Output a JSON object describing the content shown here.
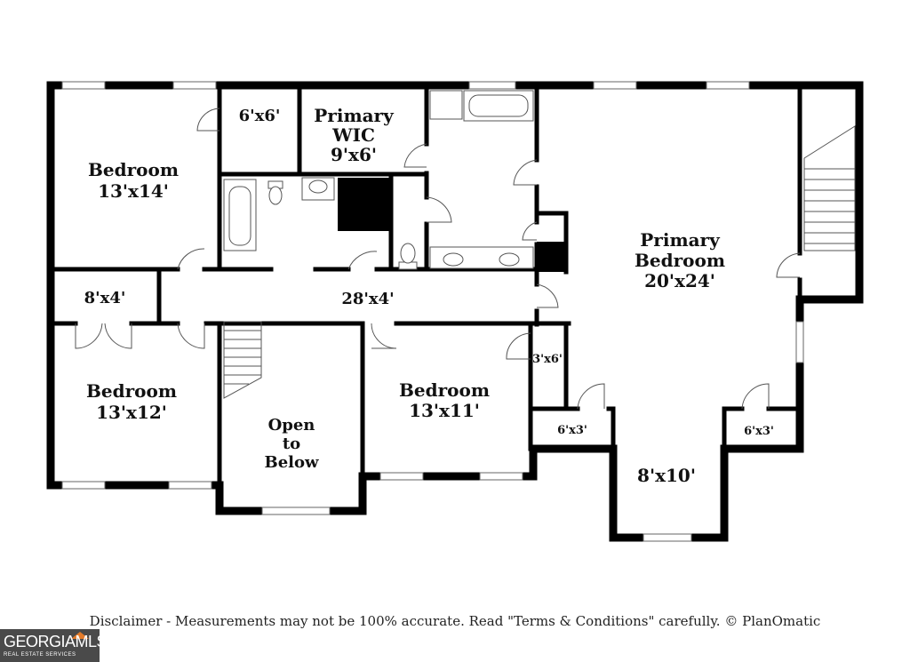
{
  "rooms": {
    "bedroom_nw": {
      "name": "Bedroom",
      "size": "13'x14'"
    },
    "closet_6x6": {
      "size": "6'x6'"
    },
    "primary_wic": {
      "name1": "Primary",
      "name2": "WIC",
      "size": "9'x6'"
    },
    "primary_bedroom": {
      "name1": "Primary",
      "name2": "Bedroom",
      "size": "20'x24'"
    },
    "closet_8x4": {
      "size": "8'x4'"
    },
    "hall": {
      "size": "28'x4'"
    },
    "bedroom_sw": {
      "name": "Bedroom",
      "size": "13'x12'"
    },
    "open_below": {
      "line1": "Open",
      "line2": "to",
      "line3": "Below"
    },
    "bedroom_s": {
      "name": "Bedroom",
      "size": "13'x11'"
    },
    "closet_3x6": {
      "size": "3'x6'"
    },
    "closet_6x3_left": {
      "size": "6'x3'"
    },
    "closet_6x3_right": {
      "size": "6'x3'"
    },
    "bay_8x10": {
      "size": "8'x10'"
    }
  },
  "disclaimer": "Disclaimer - Measurements may not be 100% accurate. Read \"Terms & Conditions\" carefully. © PlanOmatic",
  "logo": {
    "name": "GEORGIAMLS",
    "tagline": "REAL ESTATE SERVICES"
  }
}
